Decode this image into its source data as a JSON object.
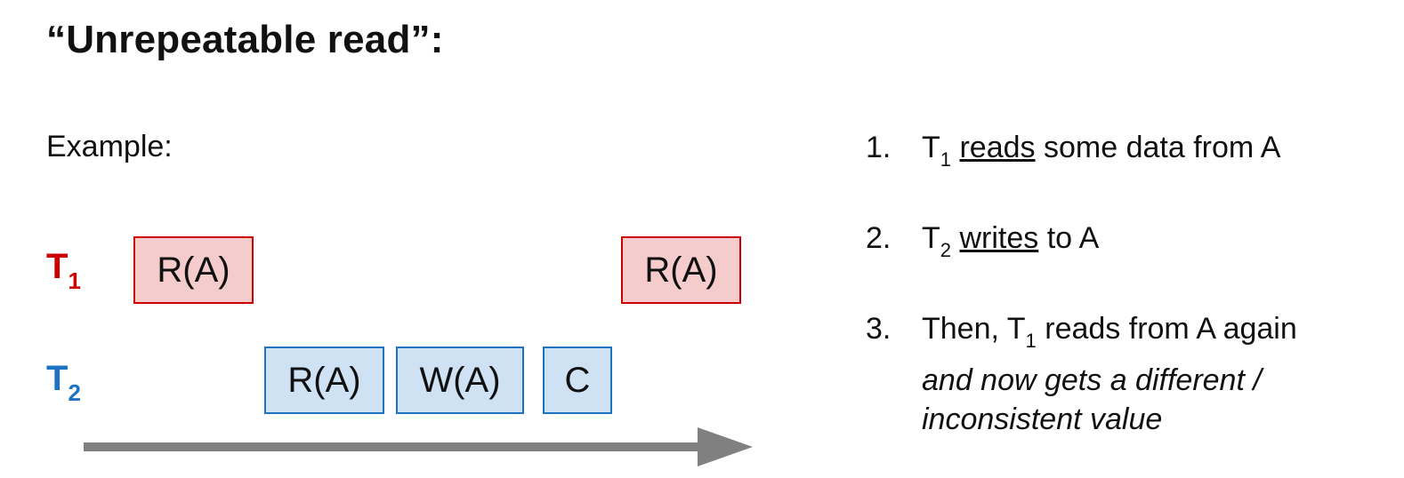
{
  "title": "“Unrepeatable read”:",
  "example_label": "Example:",
  "transactions": {
    "t1": {
      "letter": "T",
      "subscript": "1",
      "color": "#cc0000",
      "op_fill": "#f4cccc"
    },
    "t2": {
      "letter": "T",
      "subscript": "2",
      "color": "#1c73c2",
      "op_fill": "#cfe2f3"
    }
  },
  "operations": [
    {
      "transaction": "T1",
      "label": "R(A)"
    },
    {
      "transaction": "T1",
      "label": "R(A)"
    },
    {
      "transaction": "T2",
      "label": "R(A)"
    },
    {
      "transaction": "T2",
      "label": "W(A)"
    },
    {
      "transaction": "T2",
      "label": "C"
    }
  ],
  "timeline_color": "#808080",
  "steps": [
    {
      "num": "1.",
      "subject": "T",
      "subscript": "1",
      "verb": "reads",
      "rest": "some data from A"
    },
    {
      "num": "2.",
      "subject": "T",
      "subscript": "2",
      "verb": "writes",
      "rest": "to A"
    },
    {
      "num": "3.",
      "prefix": "Then, T",
      "subscript": "1",
      "rest": "reads from A again",
      "italic": "and now gets a different / inconsistent value"
    }
  ]
}
